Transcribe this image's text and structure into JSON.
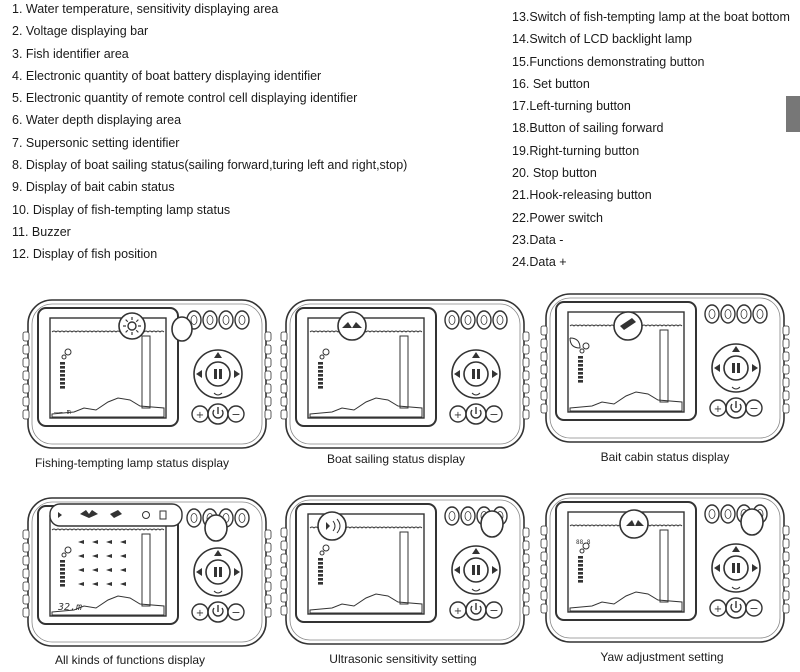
{
  "legend_left": [
    "1. Water temperature, sensitivity displaying area",
    "2. Voltage displaying bar",
    "3. Fish identifier area",
    "4. Electronic quantity of boat battery displaying identifier",
    "5. Electronic quantity of remote control cell displaying identifier",
    "6. Water depth displaying area",
    "7. Supersonic setting identifier",
    "8. Display of boat sailing status(sailing forward,turing left and right,stop)",
    "9. Display of bait cabin status",
    "10. Display of fish-tempting lamp status",
    "11. Buzzer",
    "12. Display of fish position"
  ],
  "legend_right": [
    "13.Switch of fish-tempting lamp at the boat bottom",
    "14.Switch of LCD backlight lamp",
    "15.Functions demonstrating button",
    "16. Set button",
    "17.Left-turning button",
    "18.Button of sailing forward",
    "19.Right-turning button",
    "20. Stop button",
    "21.Hook-releasing button",
    "22.Power switch",
    "23.Data -",
    "24.Data +"
  ],
  "figures": [
    {
      "caption": "Fishing-tempting lamp status display",
      "icon": "lamp-icon"
    },
    {
      "caption": "Boat sailing status display",
      "icon": "boat-icon"
    },
    {
      "caption": "Bait cabin status display",
      "icon": "bait-cabin-icon"
    },
    {
      "caption": "All kinds of functions display",
      "icon": "all-functions-icons"
    },
    {
      "caption": "Ultrasonic sensitivity setting",
      "icon": "ultrasonic-icon"
    },
    {
      "caption": "Yaw adjustment setting",
      "icon": "yaw-icon"
    }
  ],
  "screen_texts": {
    "lamp_depth": "—— m",
    "depth_readout": "32.m",
    "temp_small": "88.8"
  },
  "colors": {
    "ink": "#1a1a1a",
    "line": "#333333",
    "screen_bg": "#ffffff"
  }
}
